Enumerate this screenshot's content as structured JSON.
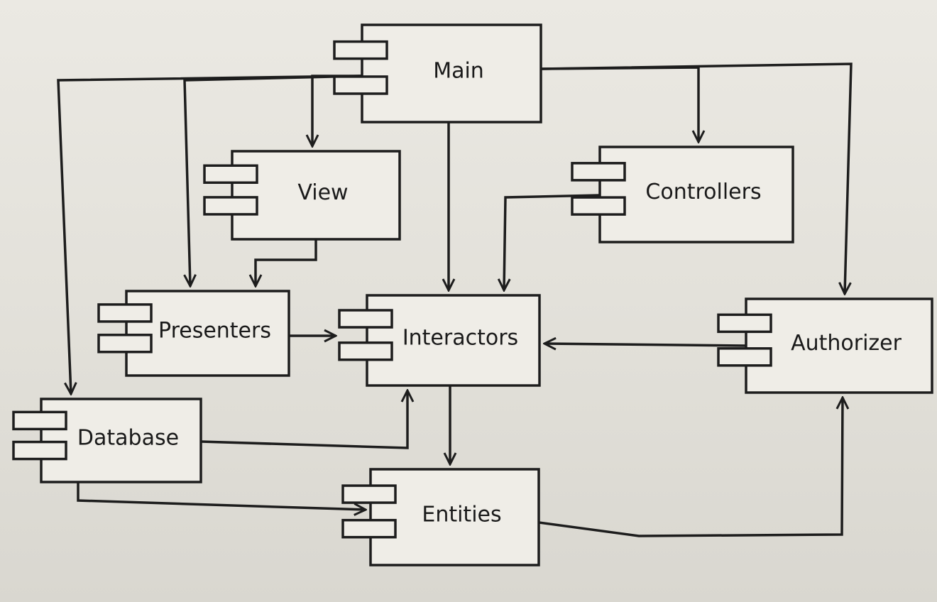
{
  "diagram": {
    "components": [
      {
        "id": "main",
        "label": "Main"
      },
      {
        "id": "view",
        "label": "View"
      },
      {
        "id": "controllers",
        "label": "Controllers"
      },
      {
        "id": "presenters",
        "label": "Presenters"
      },
      {
        "id": "interactors",
        "label": "Interactors"
      },
      {
        "id": "authorizer",
        "label": "Authorizer"
      },
      {
        "id": "database",
        "label": "Database"
      },
      {
        "id": "entities",
        "label": "Entities"
      }
    ],
    "dependencies": [
      {
        "from": "main",
        "to": "view"
      },
      {
        "from": "main",
        "to": "presenters"
      },
      {
        "from": "main",
        "to": "database"
      },
      {
        "from": "main",
        "to": "interactors"
      },
      {
        "from": "main",
        "to": "controllers"
      },
      {
        "from": "main",
        "to": "authorizer"
      },
      {
        "from": "view",
        "to": "presenters"
      },
      {
        "from": "controllers",
        "to": "interactors"
      },
      {
        "from": "presenters",
        "to": "interactors"
      },
      {
        "from": "authorizer",
        "to": "interactors"
      },
      {
        "from": "database",
        "to": "interactors"
      },
      {
        "from": "database",
        "to": "entities"
      },
      {
        "from": "interactors",
        "to": "entities"
      },
      {
        "from": "entities",
        "to": "authorizer"
      }
    ]
  }
}
